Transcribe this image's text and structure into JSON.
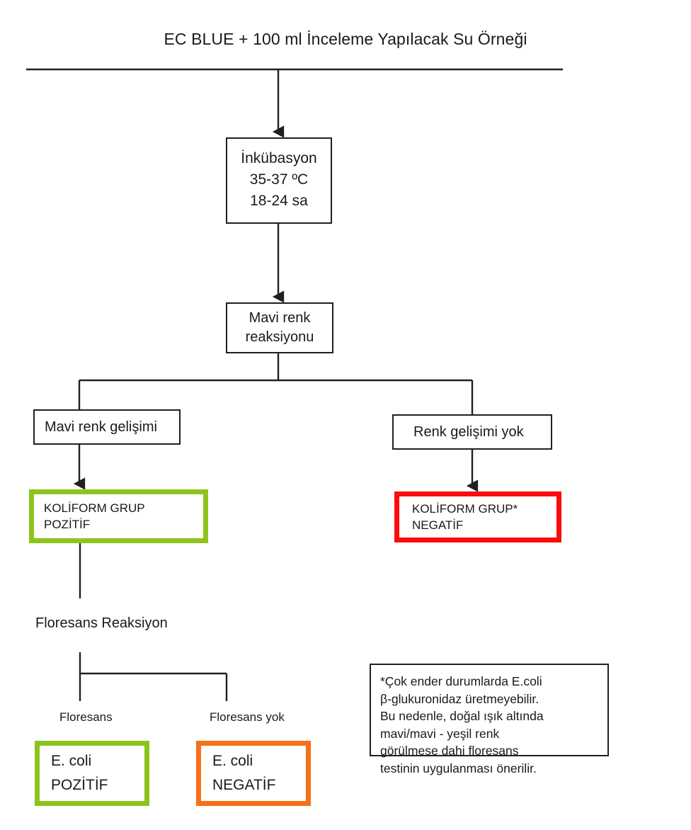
{
  "diagram": {
    "title": "EC BLUE + 100 ml İnceleme Yapılacak Su Örneği",
    "nodes": {
      "incubation": {
        "name": "incubation-box",
        "lines": [
          "İnkübasyon",
          "35-37 ºC",
          "18-24 sa"
        ]
      },
      "blue_reaction": {
        "name": "blue-colour-reaction-box",
        "lines": [
          "Mavi renk",
          "reaksiyonu"
        ]
      },
      "blue_developed": {
        "name": "blue-colour-developed-box",
        "lines": [
          "Mavi renk gelişimi"
        ]
      },
      "no_colour": {
        "name": "no-colour-development-box",
        "lines": [
          "Renk gelişimi yok"
        ]
      },
      "coliform_positive": {
        "name": "coliform-group-positive-box",
        "lines": [
          "KOLİFORM GRUP",
          "POZİTİF"
        ],
        "border_color": "#8cc41d"
      },
      "coliform_negative": {
        "name": "coliform-group-negative-box",
        "lines": [
          "KOLİFORM GRUP*",
          "NEGATİF"
        ],
        "border_color": "#fc0d0d"
      },
      "ecoli_positive": {
        "name": "ecoli-positive-box",
        "lines": [
          "E. coli",
          "POZİTİF"
        ],
        "border_color": "#8cc41d"
      },
      "ecoli_negative": {
        "name": "ecoli-negative-box",
        "lines": [
          "E. coli",
          "NEGATİF"
        ],
        "border_color": "#f4701a"
      }
    },
    "labels": {
      "fluorescence_reaction": "Floresans Reaksiyon",
      "fluorescence": "Floresans",
      "no_fluorescence": "Floresans yok"
    },
    "footnote": {
      "lines": [
        "*Çok ender durumlarda E.coli",
        "β-glukuronidaz üretmeyebilir.",
        "Bu nedenle, doğal ışık altında",
        "mavi/mavi - yeşil renk",
        "görülmese dahi floresans",
        "testinin uygulanması önerilir."
      ]
    },
    "colors": {
      "line": "#231f20",
      "green": "#8cc41d",
      "red": "#fc0d0d",
      "orange": "#f4701a",
      "text": "#1a1a1a",
      "background": "#ffffff"
    }
  }
}
